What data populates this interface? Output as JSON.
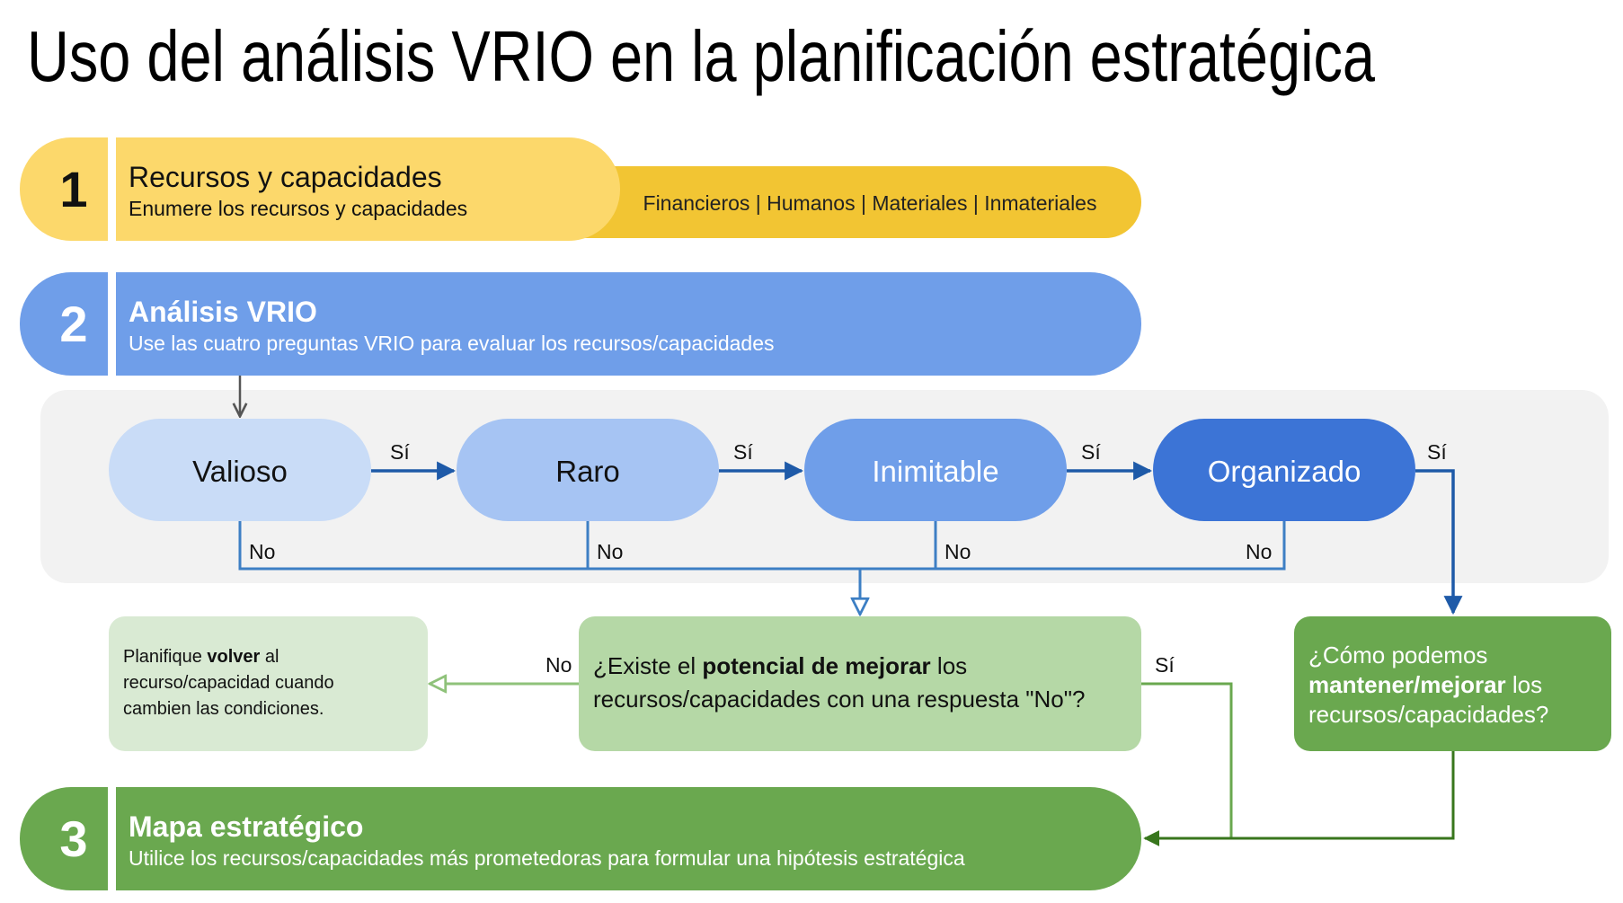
{
  "title": "Uso del análisis VRIO en la planificación estratégica",
  "step1": {
    "number": "1",
    "title": "Recursos y capacidades",
    "subtitle": "Enumere los recursos y capacidades",
    "categories": "Financieros | Humanos | Materiales | Inmateriales",
    "colors": {
      "main": "#fcd86b",
      "extension": "#f2c533"
    }
  },
  "step2": {
    "number": "2",
    "title": "Análisis VRIO",
    "subtitle": "Use las cuatro preguntas VRIO para evaluar los recursos/capacidades",
    "color": "#6f9ee9"
  },
  "vrio": {
    "nodes": [
      {
        "label": "Valioso",
        "fill": "#c9dcf7",
        "text_color": "#111111"
      },
      {
        "label": "Raro",
        "fill": "#a6c4f3",
        "text_color": "#111111"
      },
      {
        "label": "Inimitable",
        "fill": "#6f9ee9",
        "text_color": "#ffffff"
      },
      {
        "label": "Organizado",
        "fill": "#3c74d6",
        "text_color": "#ffffff"
      }
    ],
    "yes_label": "Sí",
    "no_label": "No",
    "panel_color": "#f2f2f2",
    "arrow_color": "#1e5aa8"
  },
  "improve_question": {
    "prefix": "¿Existe el ",
    "bold": "potencial de mejorar",
    "suffix": " los",
    "line2": "recursos/capacidades con una respuesta \"No\"?",
    "yes_label": "Sí",
    "no_label": "No",
    "color": "#b5d8a6"
  },
  "revisit_note": {
    "prefix": "Planifique ",
    "bold": "volver",
    "suffix": " al",
    "line2": "recurso/capacidad cuando",
    "line3": "cambien las condiciones.",
    "color": "#d9ead3"
  },
  "maintain_question": {
    "line1": "¿Cómo podemos",
    "bold": "mantener/mejorar",
    "suffix": " los",
    "line3": "recursos/capacidades?",
    "color": "#6aa84f"
  },
  "step3": {
    "number": "3",
    "title": "Mapa estratégico",
    "subtitle": "Utilice los recursos/capacidades más prometedoras para formular una hipótesis estratégica",
    "color": "#6aa84f"
  }
}
